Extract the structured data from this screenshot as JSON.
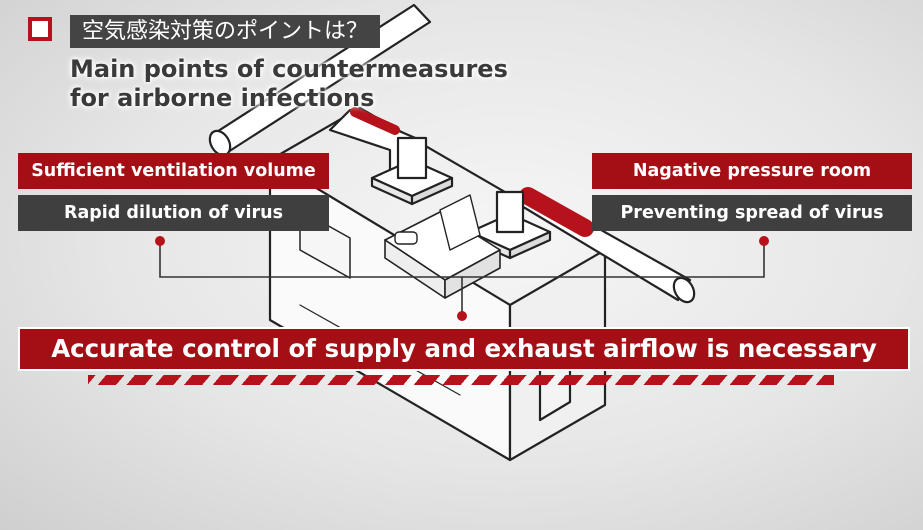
{
  "header": {
    "jp_title": "空気感染対策のポイントは？",
    "en_title_line1": "Main points of countermeasures",
    "en_title_line2": "for airborne infections"
  },
  "left_labels": {
    "top": "Sufficient ventilation volume",
    "bottom": "Rapid dilution of virus"
  },
  "right_labels": {
    "top": "Nagative pressure room",
    "bottom": "Preventing spread of virus"
  },
  "banner": "Accurate control of supply and exhaust airflow is necessary",
  "colors": {
    "accent_red": "#a40f16",
    "dark_gray": "#3f3f3f",
    "line": "#333333"
  }
}
